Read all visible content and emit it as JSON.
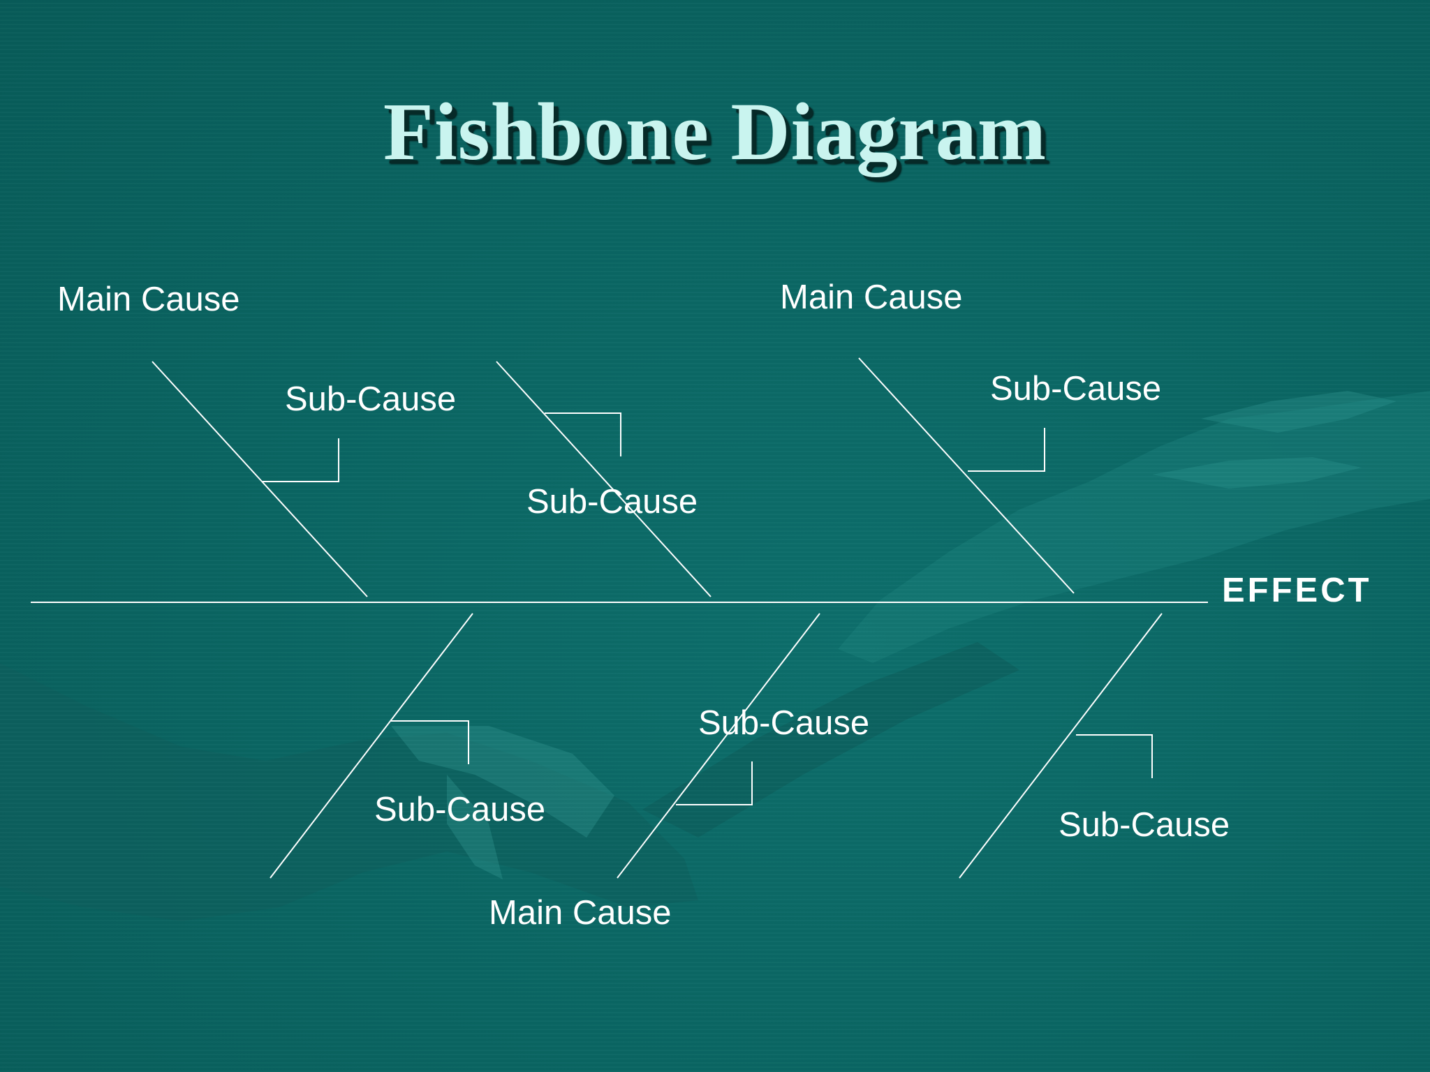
{
  "slide": {
    "title": "Fishbone Diagram",
    "effect_label": "EFFECT",
    "main_causes": [
      {
        "label": "Main Cause"
      },
      {
        "label": "Main Cause"
      },
      {
        "label": "Main Cause"
      }
    ],
    "sub_causes": [
      {
        "label": "Sub-Cause"
      },
      {
        "label": "Sub-Cause"
      },
      {
        "label": "Sub-Cause"
      },
      {
        "label": "Sub-Cause"
      },
      {
        "label": "Sub-Cause"
      },
      {
        "label": "Sub-Cause"
      }
    ]
  },
  "colors": {
    "background": "#0a6562",
    "title_text": "#c9f4ef",
    "title_shadow": "#062a28",
    "lines": "#ffffff",
    "labels": "#ffffff"
  }
}
